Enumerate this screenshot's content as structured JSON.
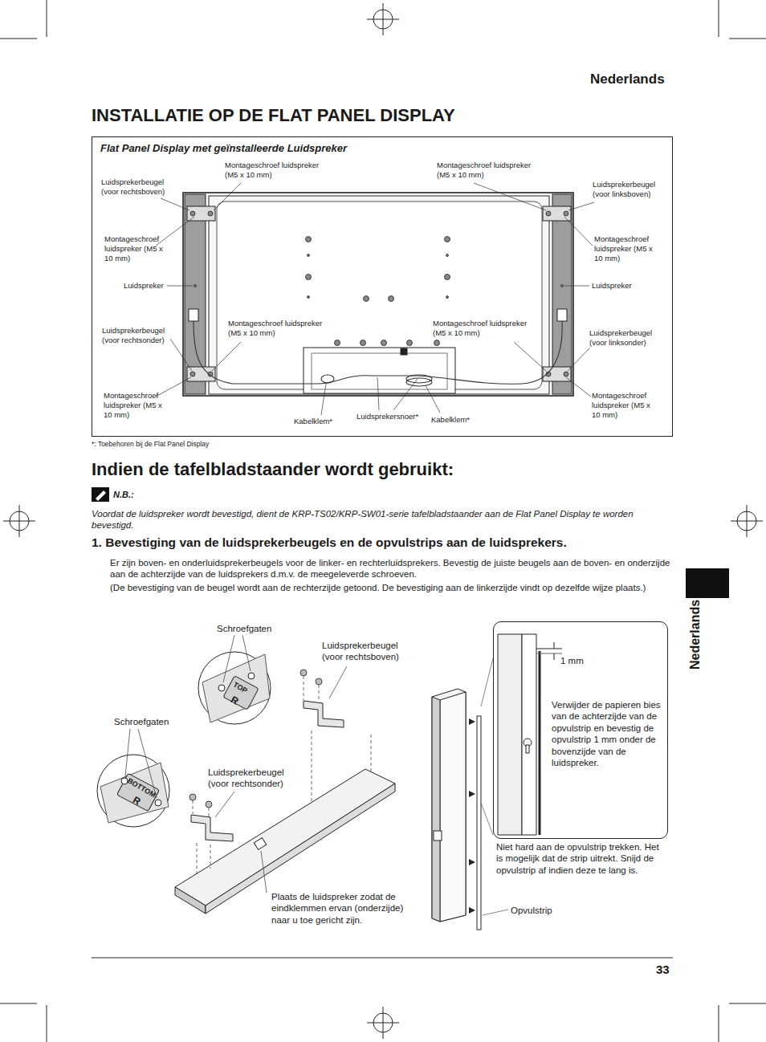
{
  "diagram": {
    "title": "INSTALLATIE OP DE FLAT PANEL DISPLAY",
    "nodes": [
      {
        "text": [
          "Flat Panel Display met geïnstalleerde Luidspreker"
        ]
      },
      {
        "text": [
          "1 mm",
          "Verwijder de papieren bies van de achterzijde van de opvulstrip en bevestig de opvulstrip 1 mm onder de bovenzijde van de luidspreker."
        ]
      }
    ],
    "labels": [
      "Nederlands",
      "Luidsprekerbeugel (voor rechtsboven)",
      "Montageschroef luidspreker (M5 x 10 mm)",
      "Montageschroef luidspreker (M5 x 10 mm)",
      "Luidsprekerbeugel (voor linksboven)",
      "Montageschroef luidspreker (M5 x 10 mm)",
      "Montageschroef luidspreker (M5 x 10 mm)",
      "Luidspreker",
      "Luidspreker",
      "Luidsprekerbeugel (voor rechtsonder)",
      "Montageschroef luidspreker (M5 x 10 mm)",
      "Montageschroef luidspreker (M5 x 10 mm)",
      "Luidsprekerbeugel (voor linksonder)",
      "Montageschroef luidspreker (M5 x 10 mm)",
      "Kabelklem*",
      "Luidsprekersnoer*",
      "Kabelklem*",
      "Montageschroef luidspreker (M5 x 10 mm)",
      "*: Toebehoren bij de Flat Panel Display",
      "Indien de tafelbladstaander wordt gebruikt:",
      "N.B.:",
      "Voordat de luidspreker wordt bevestigd, dient de KRP-TS02/KRP-SW01-serie tafelbladstaander aan de Flat Panel Display te worden bevestigd.",
      "1. Bevestiging van de luidsprekerbeugels en de opvulstrips aan de luidsprekers.",
      "Er zijn boven- en onderluidsprekerbeugels voor de linker- en rechterluidsprekers. Bevestig de juiste beugels aan de boven- en onderzijde aan de achterzijde van de luidsprekers d.m.v. de meegeleverde schroeven.",
      "(De bevestiging van de beugel wordt aan de rechterzijde getoond. De bevestiging aan de linkerzijde vindt op dezelfde wijze plaats.)",
      "Nederlands",
      "Schroefgaten",
      "Luidsprekerbeugel (voor rechtsboven)",
      "TOP",
      "R",
      "Schroefgaten",
      "BOTTOM",
      "R",
      "Luidsprekerbeugel (voor rechtsonder)",
      "Plaats de luidspreker zodat de eindklemmen ervan (onderzijde) naar u toe gericht zijn.",
      "Niet hard aan de opvulstrip trekken. Het is mogelijk dat de strip uitrekt. Snijd de opvulstrip af indien deze te lang is.",
      "Opvulstrip",
      "33"
    ]
  }
}
